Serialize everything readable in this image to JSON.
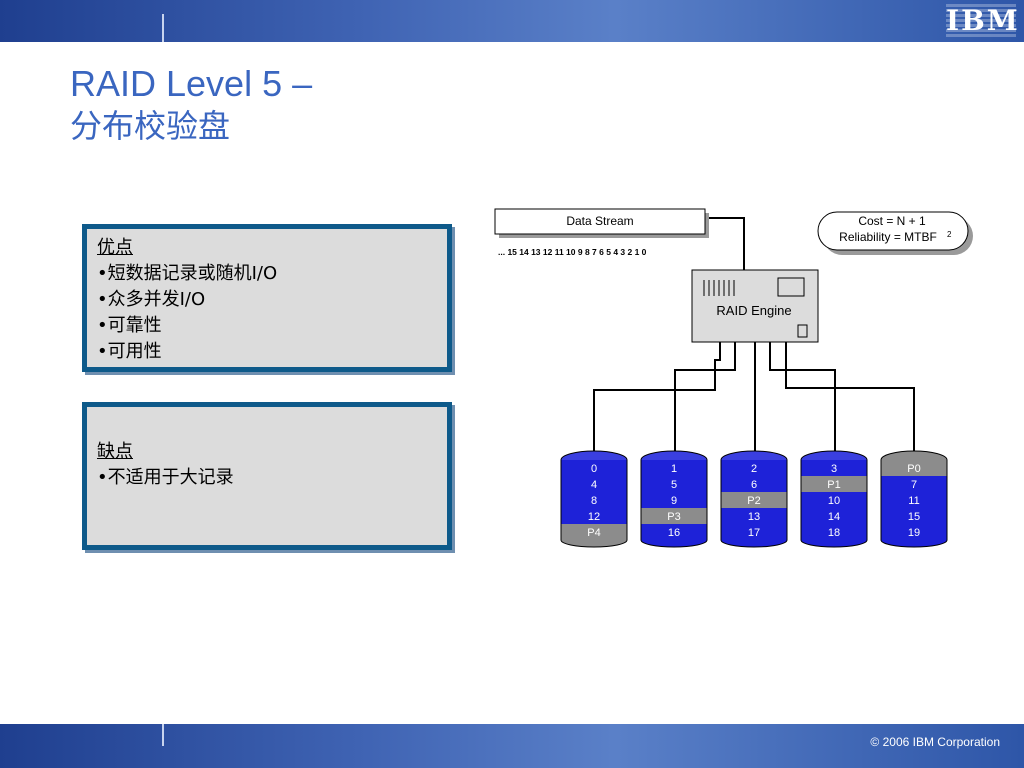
{
  "header": {
    "logo": "IBM"
  },
  "title": {
    "line1": "RAID Level 5 –",
    "line2": "分布校验盘"
  },
  "pros": {
    "heading": "优点",
    "items": [
      "•短数据记录或随机I/O",
      "•众多并发I/O",
      "•可靠性",
      "•可用性"
    ]
  },
  "cons": {
    "heading": "缺点",
    "items": [
      "•不适用于大记录"
    ]
  },
  "diagram": {
    "data_stream_label": "Data Stream",
    "stream_sequence": "... 15 14 13 12 11 10 9 8 7 6 5 4 3 2 1 0",
    "cost_line1": "Cost = N + 1",
    "cost_line2": "Reliability = MTBF",
    "cost_superscript": "2",
    "engine_label": "RAID Engine",
    "disks": [
      [
        "0",
        "4",
        "8",
        "12",
        "P4"
      ],
      [
        "1",
        "5",
        "9",
        "P3",
        "16"
      ],
      [
        "2",
        "6",
        "P2",
        "13",
        "17"
      ],
      [
        "3",
        "P1",
        "10",
        "14",
        "18"
      ],
      [
        "P0",
        "7",
        "11",
        "15",
        "19"
      ]
    ],
    "colors": {
      "data": "#1e22d8",
      "parity": "#8c8c8c",
      "disk_top": "#3a3fe0"
    }
  },
  "footer": {
    "copyright": "© 2006 IBM Corporation"
  }
}
